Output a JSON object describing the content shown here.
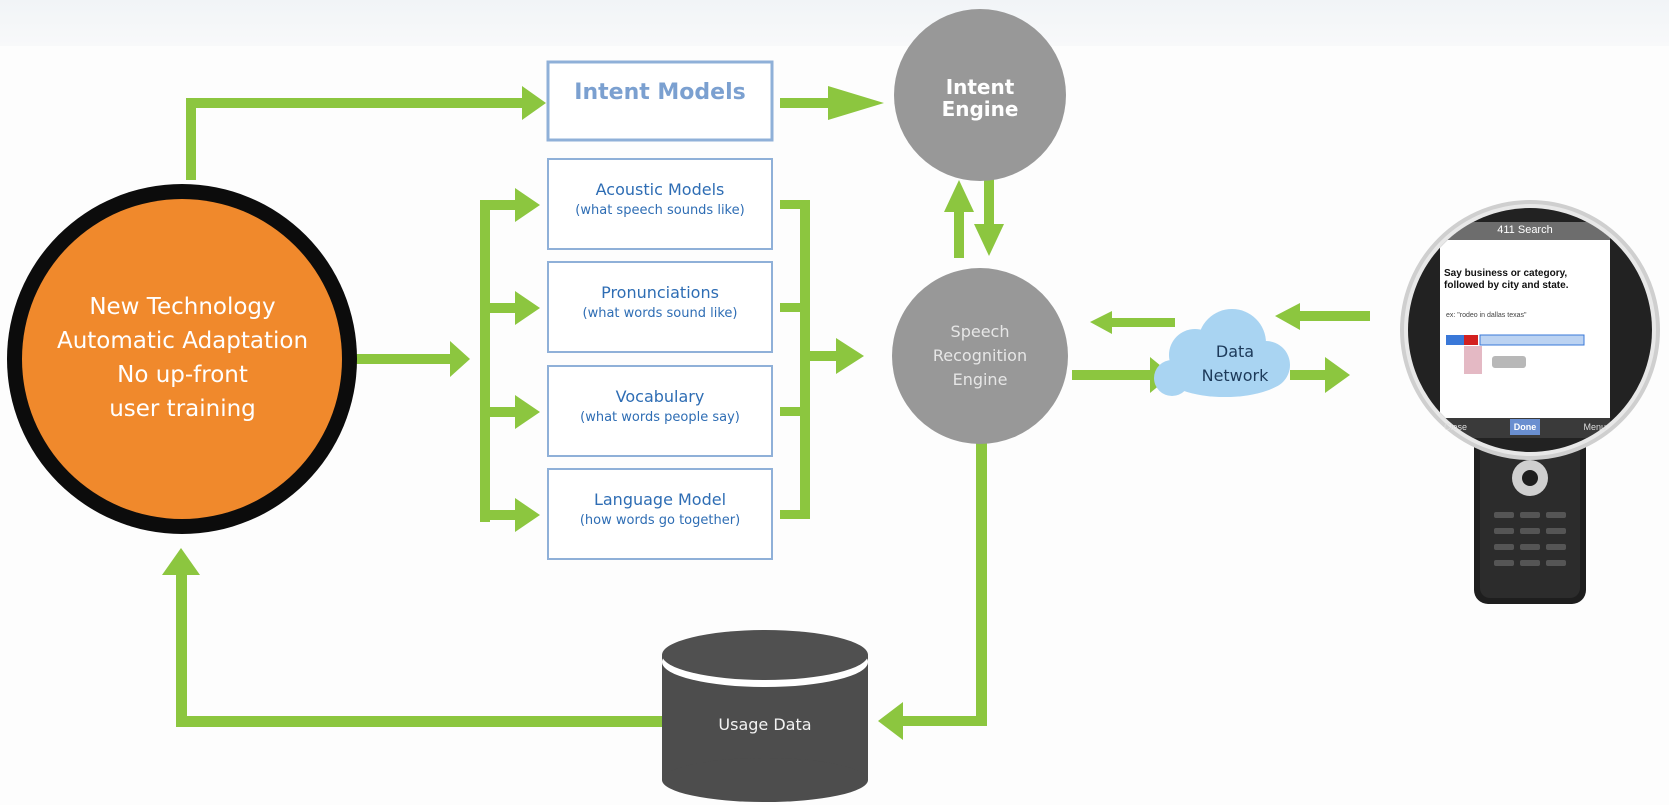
{
  "adaptation_node": {
    "lines": [
      "New Technology",
      "Automatic Adaptation",
      "No up-front",
      "user training"
    ]
  },
  "intent_models": {
    "label": "Intent Models"
  },
  "model_boxes": [
    {
      "title": "Acoustic Models",
      "subtitle": "(what speech sounds like)"
    },
    {
      "title": "Pronunciations",
      "subtitle": "(what words sound like)"
    },
    {
      "title": "Vocabulary",
      "subtitle": "(what words people say)"
    },
    {
      "title": "Language Model",
      "subtitle": "(how words go together)"
    }
  ],
  "intent_engine": {
    "lines": [
      "Intent",
      "Engine"
    ]
  },
  "speech_engine": {
    "lines": [
      "Speech",
      "Recognition",
      "Engine"
    ]
  },
  "data_network": {
    "lines": [
      "Data",
      "Network"
    ]
  },
  "usage_data": {
    "label": "Usage Data"
  },
  "phone": {
    "header": "411 Search",
    "prompt": "Say business or category, followed by city and state.",
    "example": "ex: \"rodeo in dallas texas\"",
    "softkeys": [
      "Close",
      "Done",
      "Menu"
    ]
  },
  "colors": {
    "arrow_green": "#8cc63f",
    "orange": "#f0892c",
    "engine_gray": "#989898",
    "usage_gray": "#4d4d4d",
    "box_border": "#8fb0d8",
    "cloud_blue": "#a9d4f2"
  }
}
